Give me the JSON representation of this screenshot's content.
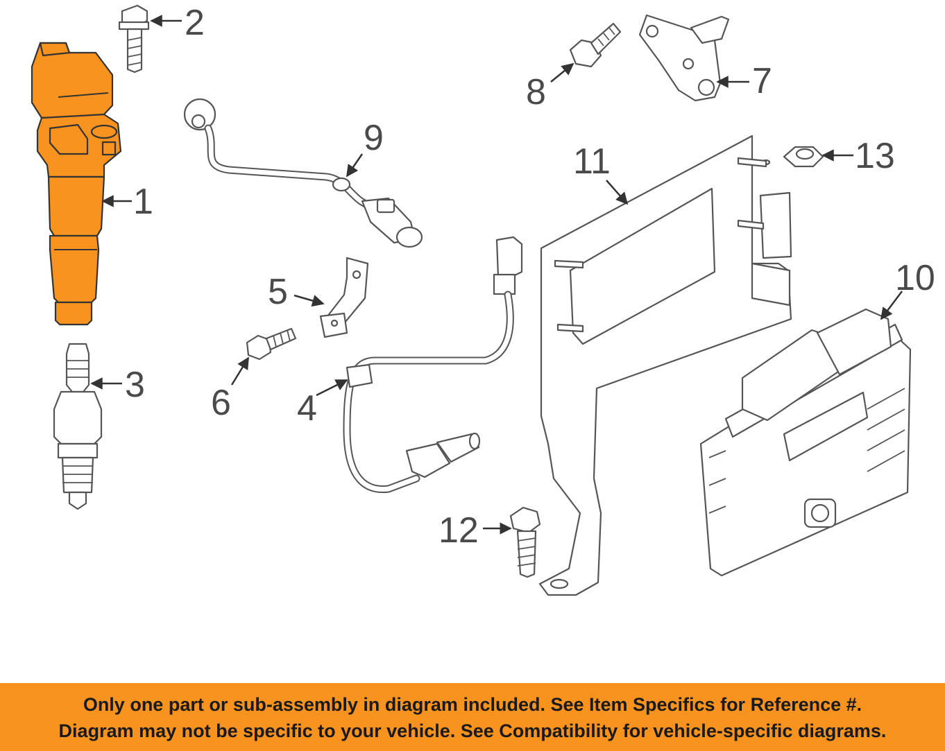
{
  "diagram": {
    "highlight_color": "#f7931e",
    "callouts": [
      {
        "id": "1",
        "label": "1",
        "part": "ignition coil",
        "highlighted": true
      },
      {
        "id": "2",
        "label": "2",
        "part": "coil bolt"
      },
      {
        "id": "3",
        "label": "3",
        "part": "spark plug"
      },
      {
        "id": "4",
        "label": "4",
        "part": "sensor with harness"
      },
      {
        "id": "5",
        "label": "5",
        "part": "bracket"
      },
      {
        "id": "6",
        "label": "6",
        "part": "bolt"
      },
      {
        "id": "7",
        "label": "7",
        "part": "sensor"
      },
      {
        "id": "8",
        "label": "8",
        "part": "bolt"
      },
      {
        "id": "9",
        "label": "9",
        "part": "knock sensor"
      },
      {
        "id": "10",
        "label": "10",
        "part": "engine control module"
      },
      {
        "id": "11",
        "label": "11",
        "part": "module bracket"
      },
      {
        "id": "12",
        "label": "12",
        "part": "bolt"
      },
      {
        "id": "13",
        "label": "13",
        "part": "nut"
      }
    ]
  },
  "disclaimer": {
    "background_color": "#f7931e",
    "line1": "Only one part or sub-assembly in diagram included. See Item Specifics for Reference #.",
    "line2": "Diagram may not be specific to your vehicle. See Compatibility for vehicle-specific diagrams."
  }
}
